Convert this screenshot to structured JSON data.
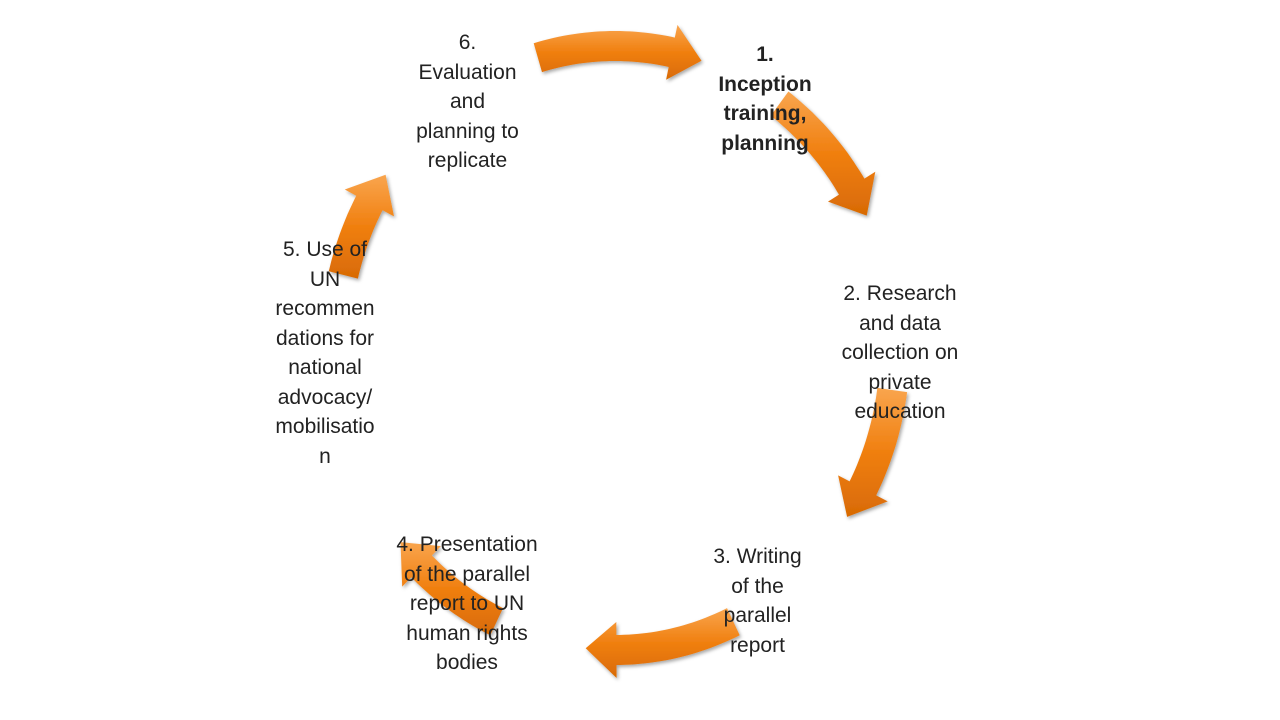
{
  "accent_color": "#f07f0f",
  "accent_highlight": "#f9a54e",
  "steps": [
    {
      "id": 1,
      "lines": [
        "1.",
        "Inception",
        "training,",
        "planning"
      ],
      "bold": true
    },
    {
      "id": 2,
      "lines": [
        "2. Research",
        "and data",
        "collection on",
        "private",
        "education"
      ],
      "bold": false
    },
    {
      "id": 3,
      "lines": [
        "3. Writing",
        "of the",
        "parallel",
        "report"
      ],
      "bold": false
    },
    {
      "id": 4,
      "lines": [
        "4. Presentation",
        "of the parallel",
        "report to UN",
        "human rights",
        "bodies"
      ],
      "bold": false
    },
    {
      "id": 5,
      "lines": [
        "5. Use of",
        "UN",
        "recommen",
        "dations for",
        "national",
        "advocacy/",
        "mobilisatio",
        "n"
      ],
      "bold": false
    },
    {
      "id": 6,
      "lines": [
        "6.",
        "Evaluation",
        "and",
        "planning to",
        "replicate"
      ],
      "bold": false
    }
  ],
  "arrows": [
    {
      "name": "arrow-1-to-2",
      "icon": "curved-arrow-icon"
    },
    {
      "name": "arrow-2-to-3",
      "icon": "curved-arrow-icon"
    },
    {
      "name": "arrow-3-to-4",
      "icon": "curved-arrow-icon"
    },
    {
      "name": "arrow-4-to-5",
      "icon": "curved-arrow-icon"
    },
    {
      "name": "arrow-5-to-6",
      "icon": "curved-arrow-icon"
    },
    {
      "name": "arrow-6-to-1",
      "icon": "curved-arrow-icon"
    }
  ]
}
